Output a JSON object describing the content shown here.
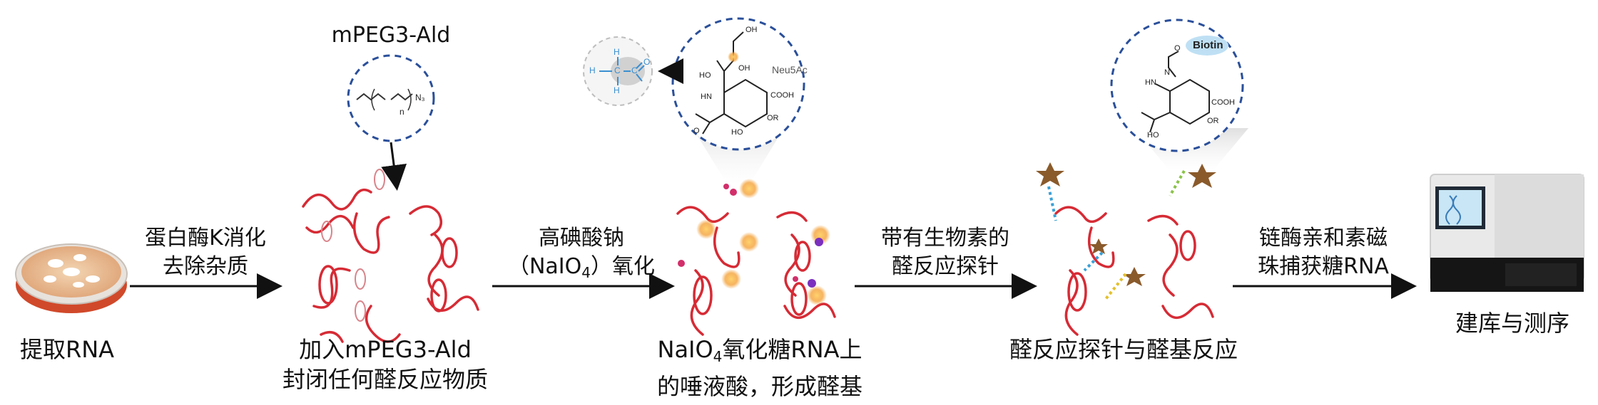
{
  "steps": [
    {
      "id": "extract",
      "label": "提取RNA"
    },
    {
      "id": "block",
      "label_line1": "加入mPEG3-Ald",
      "label_line2": "封闭任何醛反应物质"
    },
    {
      "id": "oxidize",
      "label_line1_a": "NaIO",
      "label_line1_sub": "4",
      "label_line1_b": "氧化糖RNA上",
      "label_line2": "的唾液酸，形成醛基"
    },
    {
      "id": "react",
      "label": "醛反应探针与醛基反应"
    },
    {
      "id": "sequence",
      "label": "建库与测序"
    }
  ],
  "arrows": [
    {
      "line1": "蛋白酶K消化",
      "line2": "去除杂质"
    },
    {
      "line1": "高碘酸钠",
      "line2_a": "（NaIO",
      "line2_sub": "4",
      "line2_b": "）氧化"
    },
    {
      "line1": "带有生物素的",
      "line2": "醛反应探针"
    },
    {
      "line1": "链酶亲和素磁",
      "line2": "珠捕获糖RNA"
    }
  ],
  "insets": {
    "peg_title": "mPEG3-Ald",
    "peg_n": "n",
    "peg_n3": "N₃",
    "neu_label": "Neu5Ac",
    "neu_atoms": {
      "oh1": "OH",
      "oh2": "OH",
      "ho1": "HO",
      "hn": "HN",
      "cooh": "COOH",
      "ho2": "HO",
      "or": "OR",
      "o": "O"
    },
    "ald_atoms": {
      "h1": "H",
      "h2": "H",
      "h3": "H",
      "c1": "C",
      "c2": "C",
      "o": "O"
    },
    "biotin_label": "Biotin",
    "bio_atoms": {
      "o": "O",
      "n": "N",
      "hn": "HN",
      "cooh": "COOH",
      "ho": "HO",
      "or": "OR"
    }
  },
  "colors": {
    "rna": "#d62b35",
    "dash_circle": "#2a4f9a",
    "arrow": "#111111",
    "bead": "#8a5a2b",
    "spark": "#f4a23a"
  }
}
